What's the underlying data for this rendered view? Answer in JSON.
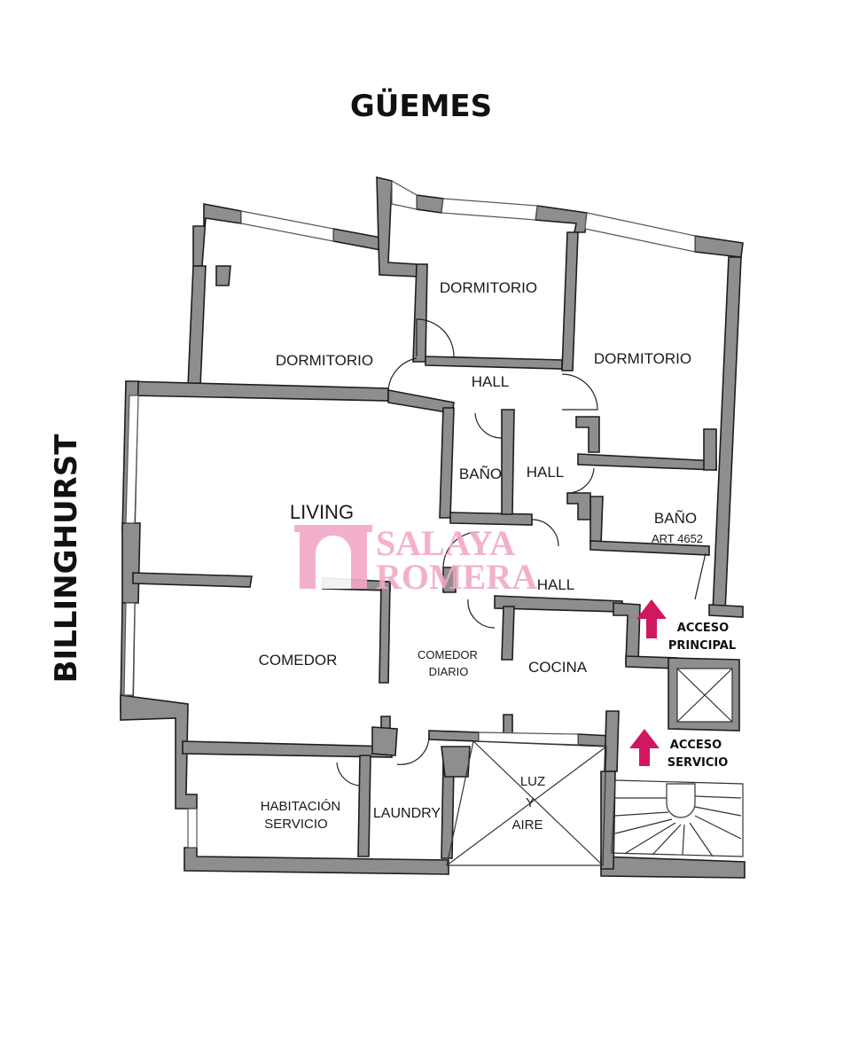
{
  "streets": {
    "top": "GÜEMES",
    "left": "BILLINGHURST"
  },
  "rooms": {
    "dormitorio_1": "DORMITORIO",
    "dormitorio_2": "DORMITORIO",
    "dormitorio_3": "DORMITORIO",
    "hall_1": "HALL",
    "hall_2": "HALL",
    "hall_3": "HALL",
    "bano_1": "BAÑO",
    "bano_2": "BAÑO",
    "bano_2_note": "ART 4652",
    "living": "LIVING",
    "comedor": "COMEDOR",
    "comedor_diario_1": "COMEDOR",
    "comedor_diario_2": "DIARIO",
    "cocina": "COCINA",
    "habitacion_servicio_1": "HABITACIÓN",
    "habitacion_servicio_2": "SERVICIO",
    "laundry": "LAUNDRY",
    "luz_y_aire_1": "LUZ",
    "luz_y_aire_2": "Y",
    "luz_y_aire_3": "AIRE"
  },
  "access": {
    "principal_1": "ACCESO",
    "principal_2": "PRINCIPAL",
    "servicio_1": "ACCESO",
    "servicio_2": "SERVICIO"
  },
  "watermark": {
    "line1": "SALAYA",
    "line2": "ROMERA"
  },
  "colors": {
    "wall": "#8e8e8e",
    "arrow": "#d0175f",
    "watermark": "#f2a8c8"
  }
}
